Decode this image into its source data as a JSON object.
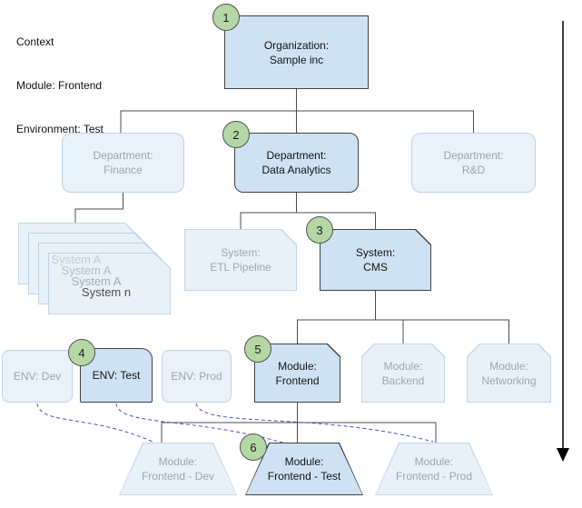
{
  "context": {
    "title": "Context",
    "module": "Module: Frontend",
    "environment": "Environment: Test"
  },
  "colors": {
    "active_fill": "#cfe2f3",
    "active_border": "#424242",
    "faded_fill": "#dbe8f5",
    "faded_border": "#adc6de",
    "faded_text": "#9ba6b2",
    "badge_fill": "#b5d7a5",
    "badge_border": "#525252",
    "connector": "#4d4d4d",
    "env_link": "#4a50d0",
    "flow_arrow": "#000000"
  },
  "nodes": {
    "organization": {
      "badge": "1",
      "line1": "Organization:",
      "line2": "Sample inc"
    },
    "dept_finance": {
      "line1": "Department:",
      "line2": "Finance"
    },
    "dept_data_analytics": {
      "badge": "2",
      "line1": "Department:",
      "line2": "Data Analytics"
    },
    "dept_rd": {
      "line1": "Department:",
      "line2": "R&D"
    },
    "system_stack": {
      "card1": "System A",
      "card2": "System A",
      "card3": "System A",
      "card4": "System n"
    },
    "system_etl": {
      "line1": "System:",
      "line2": "ETL Pipeline"
    },
    "system_cms": {
      "badge": "3",
      "line1": "System:",
      "line2": "CMS"
    },
    "env_dev": {
      "line1": "ENV: Dev"
    },
    "env_test": {
      "badge": "4",
      "line1": "ENV: Test"
    },
    "env_prod": {
      "line1": "ENV: Prod"
    },
    "module_frontend": {
      "badge": "5",
      "line1": "Module:",
      "line2": "Frontend"
    },
    "module_backend": {
      "line1": "Module:",
      "line2": "Backend"
    },
    "module_networking": {
      "line1": "Module:",
      "line2": "Networking"
    },
    "frontend_dev": {
      "line1": "Module:",
      "line2": "Frontend - Dev"
    },
    "frontend_test": {
      "badge": "6",
      "line1": "Module:",
      "line2": "Frontend - Test"
    },
    "frontend_prod": {
      "line1": "Module:",
      "line2": "Frontend - Prod"
    }
  }
}
